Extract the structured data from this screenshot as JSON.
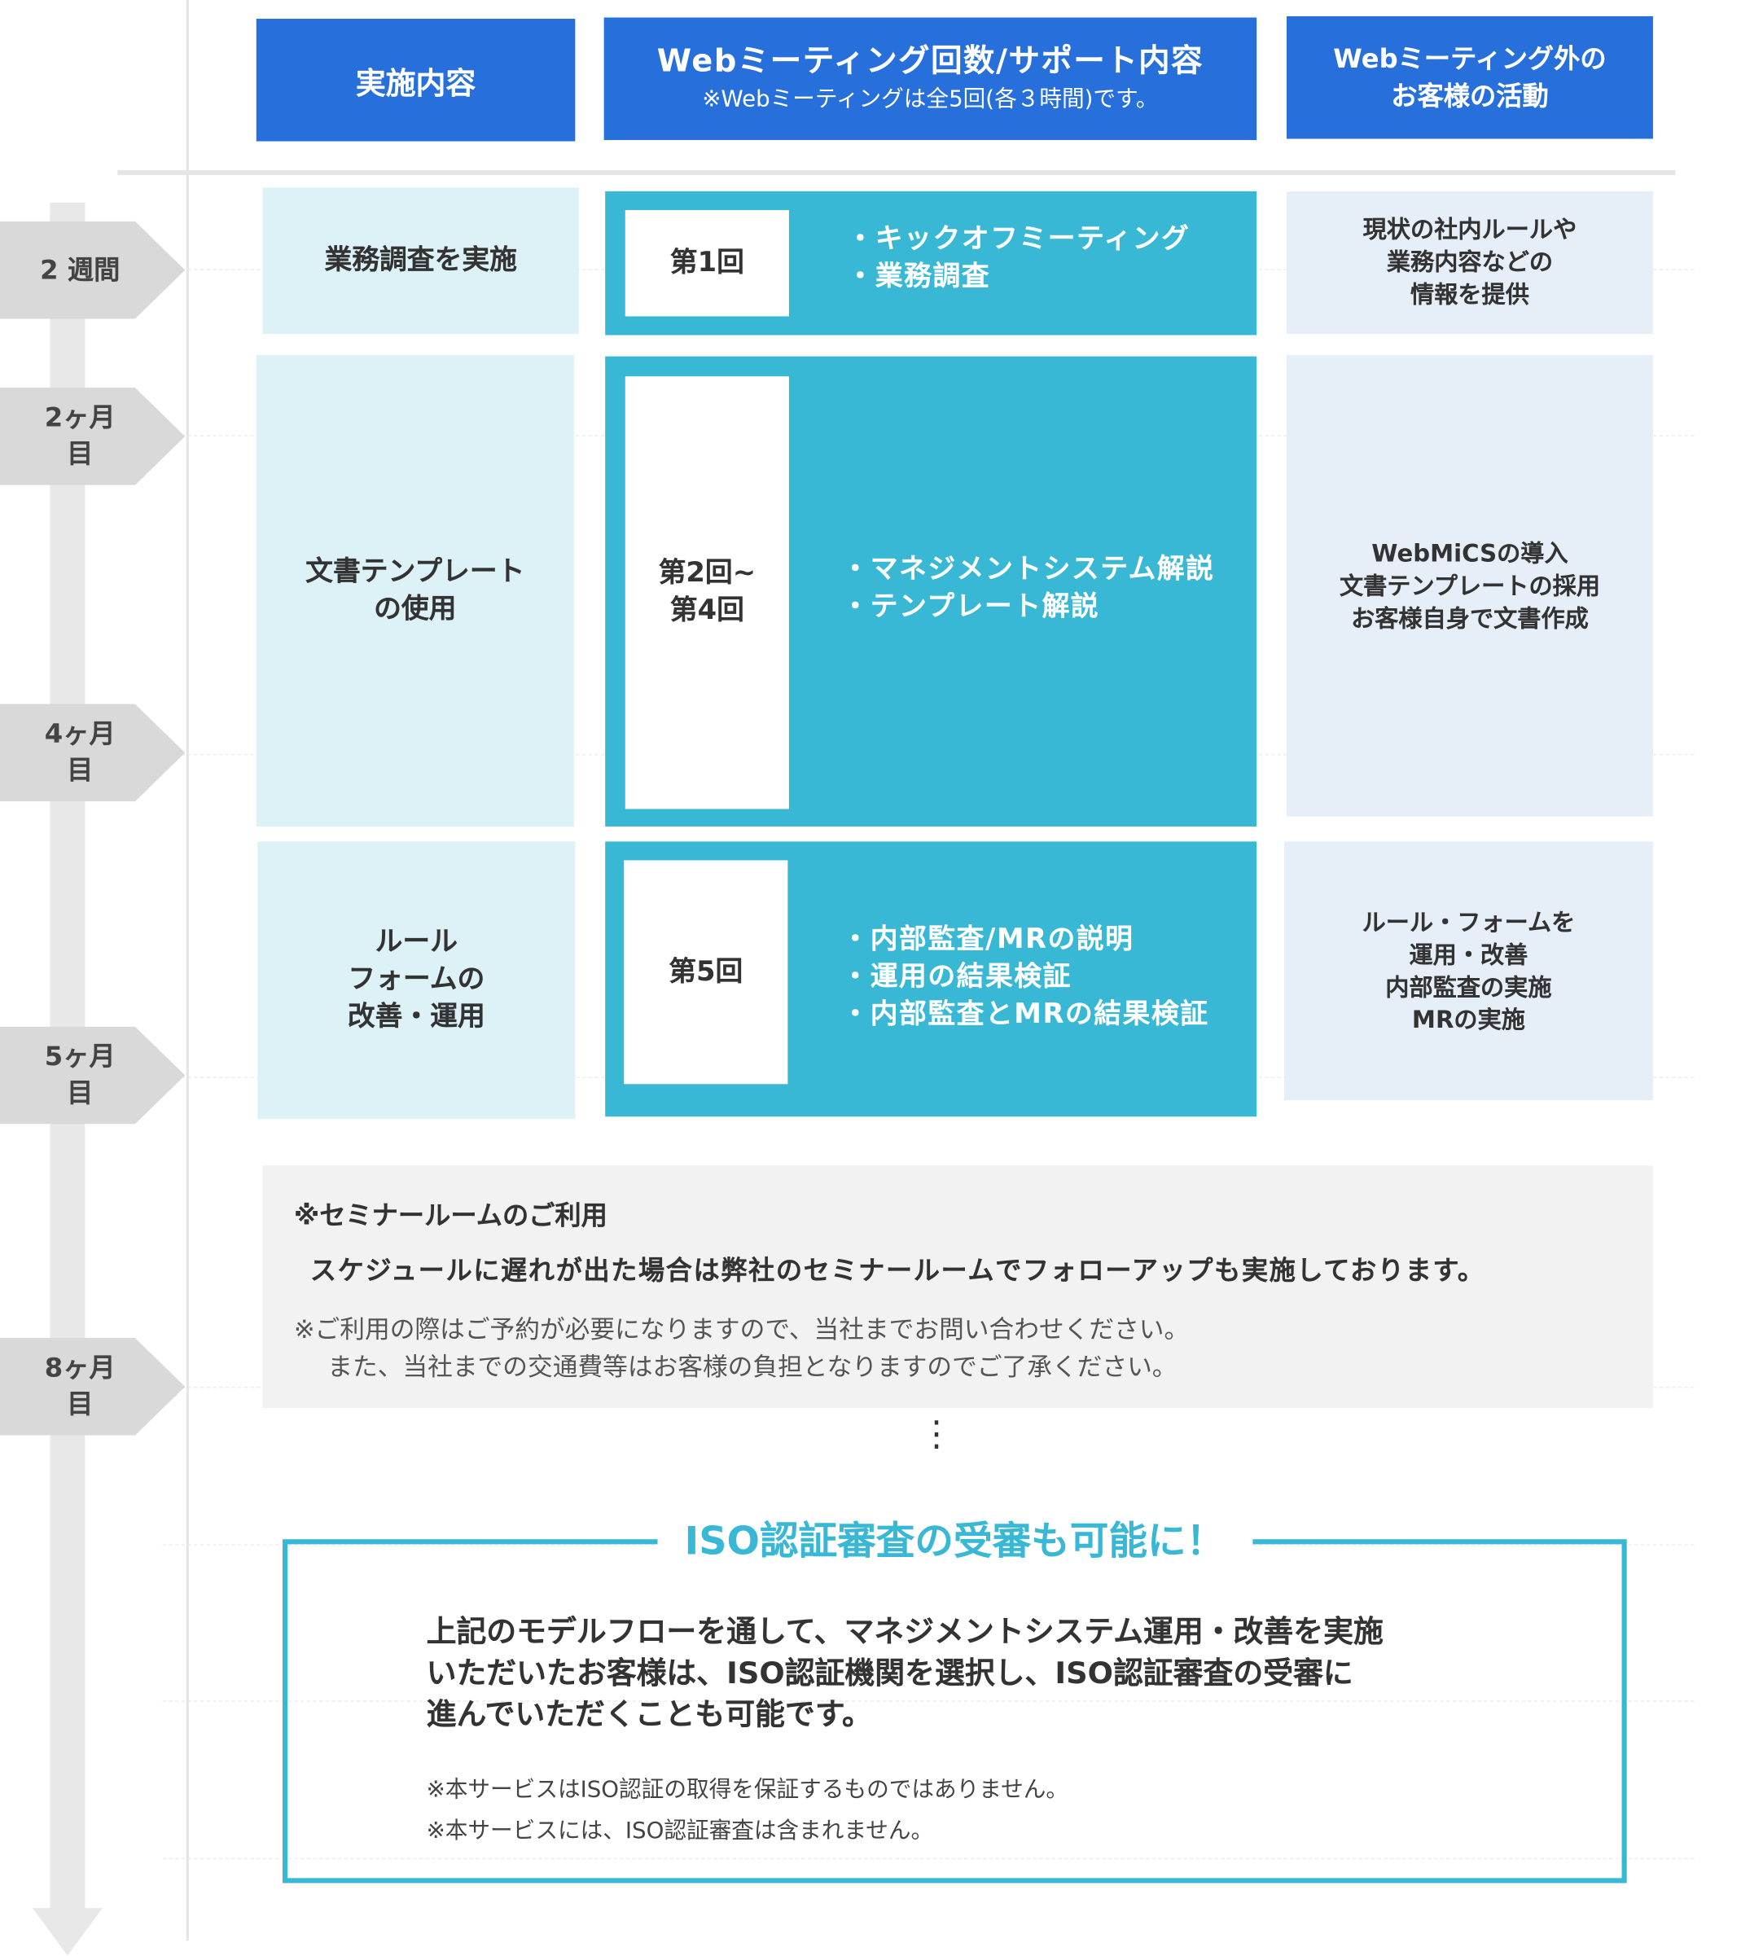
{
  "headers": {
    "col1": "実施内容",
    "col2_title": "Webミーティング回数/サポート内容",
    "col2_note": "※Webミーティングは全5回(各３時間)です。",
    "col3_line1": "Webミーティング外の",
    "col3_line2": "お客様の活動"
  },
  "timeline": [
    {
      "line1": "2 週間",
      "line2": ""
    },
    {
      "line1": "2ヶ月",
      "line2": "目"
    },
    {
      "line1": "4ヶ月",
      "line2": "目"
    },
    {
      "line1": "5ヶ月",
      "line2": "目"
    },
    {
      "line1": "8ヶ月",
      "line2": "目"
    }
  ],
  "rows": [
    {
      "content": [
        "業務調査を実施"
      ],
      "session": [
        "第1回"
      ],
      "support": [
        "・キックオフミーティング",
        "・業務調査"
      ],
      "customer": [
        "現状の社内ルールや",
        "業務内容などの",
        "情報を提供"
      ]
    },
    {
      "content": [
        "文書テンプレート",
        "の使用"
      ],
      "session": [
        "第2回~",
        "第4回"
      ],
      "support": [
        "・マネジメントシステム解説",
        "・テンプレート解説"
      ],
      "customer": [
        "WebMiCSの導入",
        "文書テンプレートの採用",
        "お客様自身で文書作成"
      ]
    },
    {
      "content": [
        "ルール",
        "フォームの",
        "改善・運用"
      ],
      "session": [
        "第5回"
      ],
      "support": [
        "・内部監査/MRの説明",
        "・運用の結果検証",
        "・内部監査とMRの結果検証"
      ],
      "customer": [
        "ルール・フォームを",
        "運用・改善",
        "内部監査の実施",
        "MRの実施"
      ]
    }
  ],
  "seminar": {
    "title": "※セミナールームのご利用",
    "body": "スケジュールに遅れが出た場合は弊社のセミナールームでフォローアップも実施しております。",
    "note1": "※ご利用の際はご予約が必要になりますので、当社までお問い合わせください。",
    "note2": "また、当社までの交通費等はお客様の負担となりますのでご了承ください。"
  },
  "ellipsis": "⋮",
  "iso": {
    "title": "ISO認証審査の受審も可能に！",
    "body1": "上記のモデルフローを通して、マネジメントシステム運用・改善を実施",
    "body2": "いただいたお客様は、ISO認証機関を選択し、ISO認証審査の受審に",
    "body3": "進んでいただくことも可能です。",
    "note1": "※本サービスはISO認証の取得を保証するものではありません。",
    "note2": "※本サービスには、ISO認証審査は含まれません。"
  },
  "colors": {
    "header": "#276fdb",
    "accent": "#38b8d4",
    "light_cyan": "#dcf2f7",
    "light_blue": "#e6eef8",
    "gray": "#f2f2f2"
  }
}
